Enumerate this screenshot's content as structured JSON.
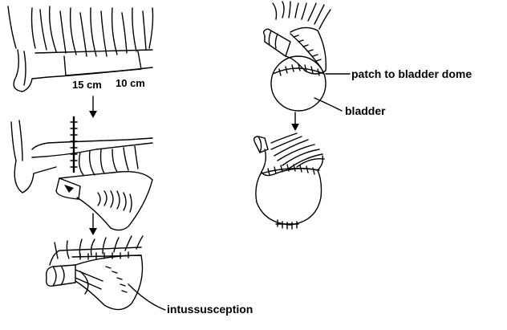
{
  "labels": {
    "len_15": "15 cm",
    "len_10": "10 cm",
    "patch": "patch to bladder dome",
    "bladder": "bladder",
    "intussusception": "intussusception"
  },
  "colors": {
    "ink": "#000000",
    "background": "#ffffff"
  }
}
